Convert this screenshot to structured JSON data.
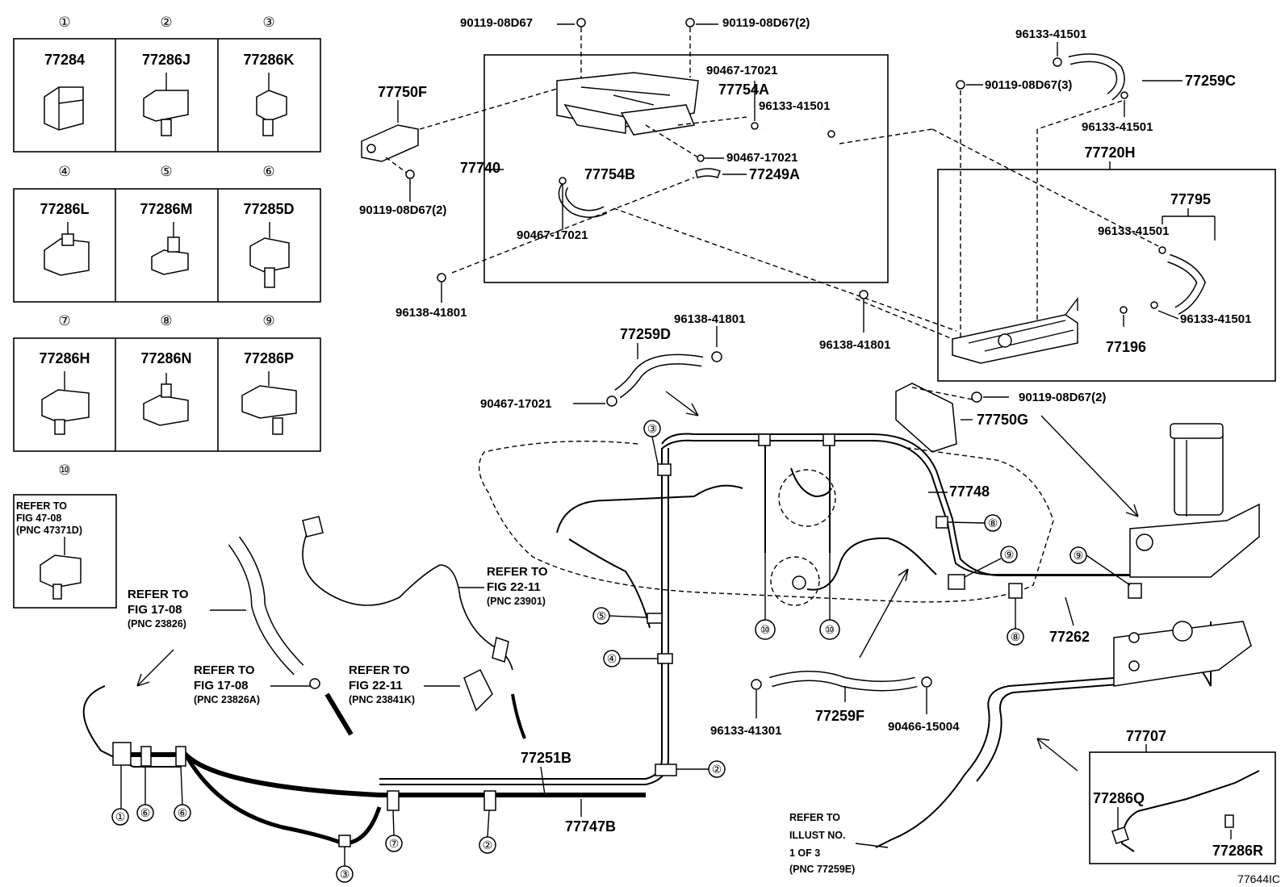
{
  "diagram_id": "77644IC",
  "legend": {
    "cells": [
      {
        "num": "①",
        "part": "77284"
      },
      {
        "num": "②",
        "part": "77286J"
      },
      {
        "num": "③",
        "part": "77286K"
      },
      {
        "num": "④",
        "part": "77286L"
      },
      {
        "num": "⑤",
        "part": "77286M"
      },
      {
        "num": "⑥",
        "part": "77285D"
      },
      {
        "num": "⑦",
        "part": "77286H"
      },
      {
        "num": "⑧",
        "part": "77286N"
      },
      {
        "num": "⑨",
        "part": "77286P"
      }
    ],
    "ten": {
      "num": "⑩",
      "line1": "REFER TO",
      "line2": "FIG 47-08",
      "line3": "(PNC 47371D)"
    }
  },
  "labels": {
    "l1": "90119-08D67",
    "l2": "90119-08D67(2)",
    "l3": "90467-17021",
    "l4": "77754A",
    "l5": "96133-41501",
    "l6": "77750F",
    "l7": "77740",
    "l8": "77754B",
    "l9": "90467-17021",
    "l10": "77249A",
    "l11": "90119-08D67(2)",
    "l12": "90467-17021",
    "l13": "96138-41801",
    "l14": "96133-41501",
    "l15": "90119-08D67(3)",
    "l16": "77259C",
    "l17": "96133-41501",
    "l18": "77720H",
    "l19": "77795",
    "l20": "96133-41501",
    "l21": "96133-41501",
    "l22": "77196",
    "l23": "96138-41801",
    "l24": "96138-41801",
    "l25": "77259D",
    "l26": "90467-17021",
    "l27": "90119-08D67(2)",
    "l28": "77750G",
    "l29": "77748",
    "l30": "77262",
    "l31": "96133-41301",
    "l32": "77259F",
    "l33": "90466-15004",
    "l34": "77251B",
    "l35": "77747B",
    "l36": "77707",
    "l37": "77286Q",
    "l38": "77286R"
  },
  "refs": {
    "r1": {
      "line1": "REFER TO",
      "line2": "FIG 22-11",
      "line3": "(PNC 23901)"
    },
    "r2": {
      "line1": "REFER TO",
      "line2": "FIG 17-08",
      "line3": "(PNC 23826)"
    },
    "r3": {
      "line1": "REFER TO",
      "line2": "FIG 17-08",
      "line3": "(PNC 23826A)"
    },
    "r4": {
      "line1": "REFER TO",
      "line2": "FIG 22-11",
      "line3": "(PNC 23841K)"
    },
    "r5": {
      "line1": "REFER TO",
      "line2": "ILLUST NO.",
      "line3": "1 OF 3",
      "line4": "(PNC 77259E)"
    }
  },
  "callouts": {
    "c3a": "③",
    "c5": "⑤",
    "c4": "④",
    "c2a": "②",
    "c10a": "⑩",
    "c10b": "⑩",
    "c8a": "⑧",
    "c9a": "⑨",
    "c9b": "⑨",
    "c8b": "⑧",
    "c1": "①",
    "c6a": "⑥",
    "c6b": "⑥",
    "c7": "⑦",
    "c2b": "②",
    "c3b": "③"
  }
}
